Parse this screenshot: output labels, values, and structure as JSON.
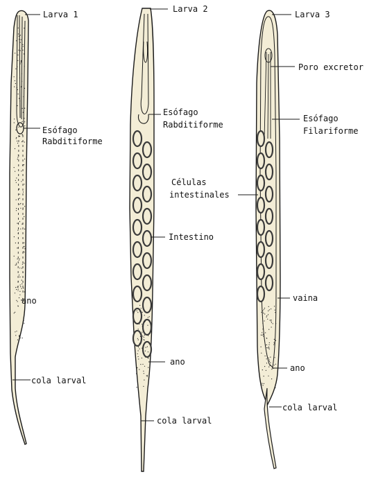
{
  "colors": {
    "ink": "#1a1a1a",
    "body_fill": "#f3edd6",
    "cell_fill": "#3a3a3a",
    "background": "#ffffff"
  },
  "labels": {
    "larva1": "Larva 1",
    "larva2": "Larva 2",
    "larva3": "Larva 3",
    "esofago1_line1": "Esófago",
    "esofago1_line2": "Rabditiforme",
    "ano1": "ano",
    "cola1": "cola larval",
    "esofago2_line1": "Esófago",
    "esofago2_line2": "Rabditiforme",
    "celulas_line1": "Células",
    "celulas_line2": "intestinales",
    "intestino": "Intestino",
    "ano2": "ano",
    "cola2": "cola larval",
    "poro": "Poro excretor",
    "esofago3_line1": "Esófago",
    "esofago3_line2": "Filariforme",
    "vaina": "vaina",
    "ano3": "ano",
    "cola3": "cola larval"
  }
}
